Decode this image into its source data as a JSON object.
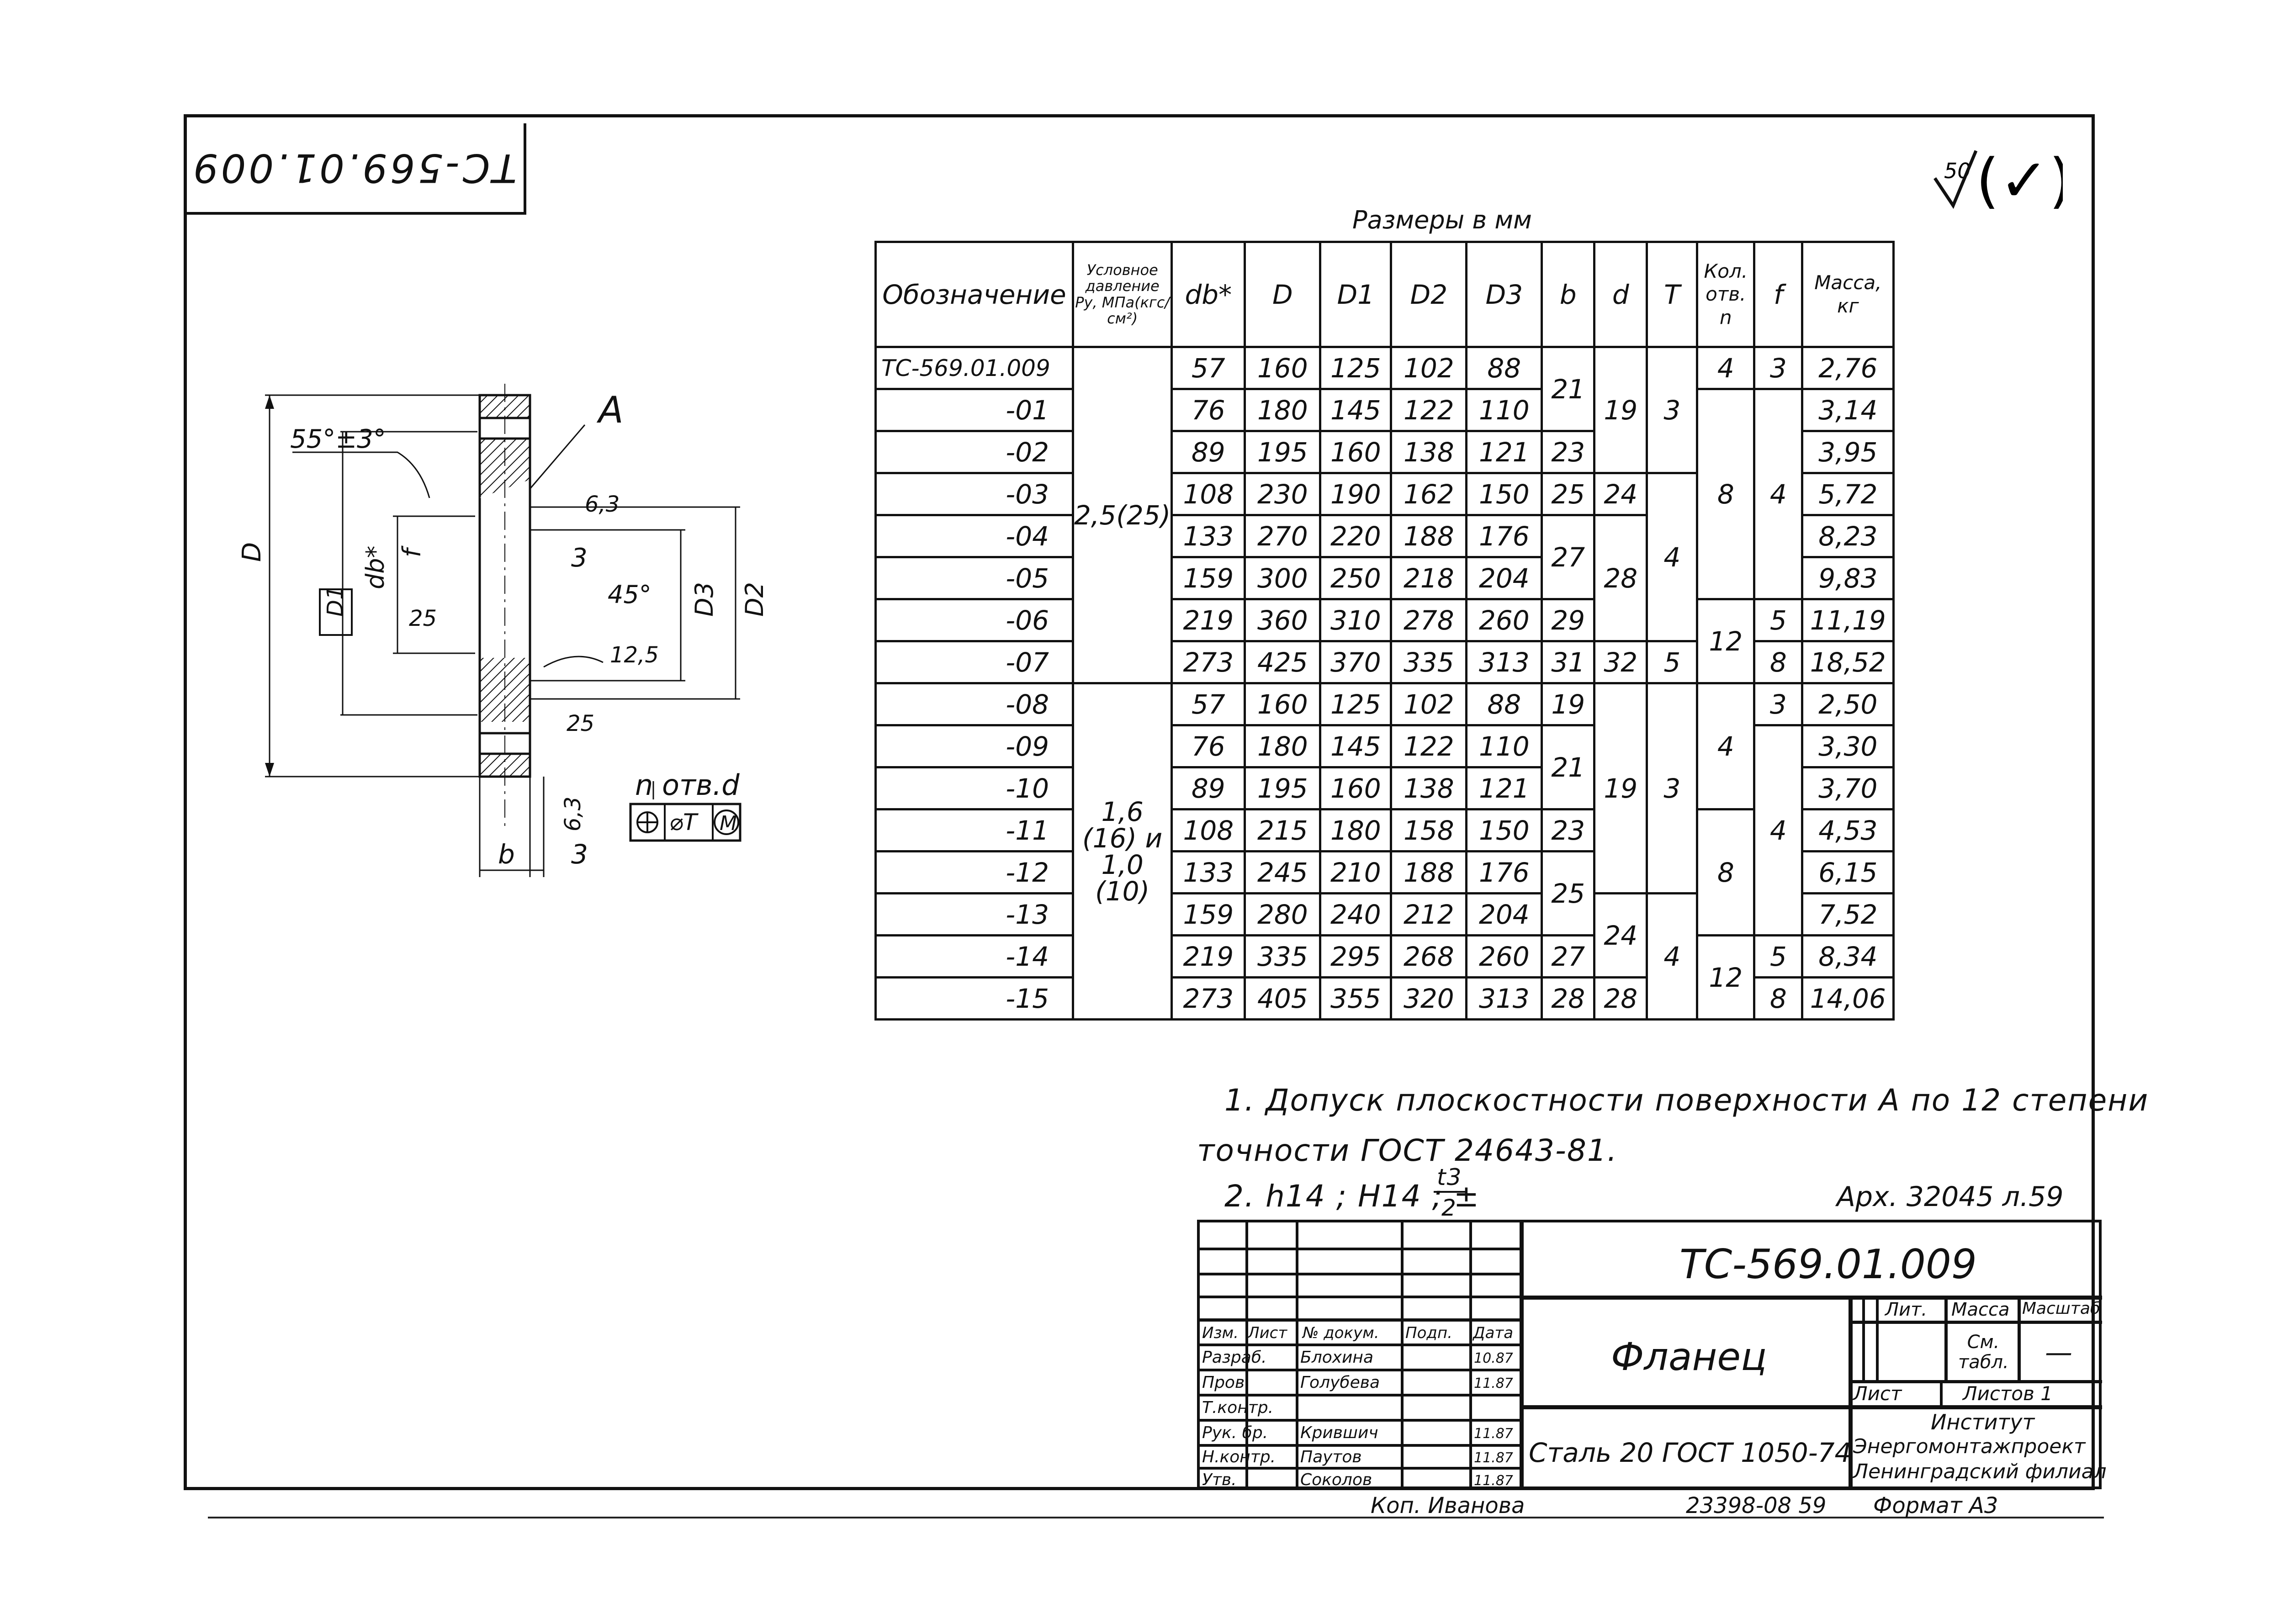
{
  "stamp_rotated": "ТС-569.01.009",
  "roughness": {
    "value": "50",
    "symbol": "(✓)"
  },
  "drawing": {
    "labels": {
      "angle": "55°±3°",
      "A": "A",
      "D": "D",
      "D1": "D1",
      "db": "db*",
      "f": "f",
      "r63a": "6,3",
      "r3a": "3",
      "r25a": "25",
      "angle45": "45°",
      "r125": "12,5",
      "D3": "D3",
      "D2": "D2",
      "r25b": "25",
      "holes": "n отв.d",
      "tol": "⌀T",
      "M": "M",
      "r63b": "6,3",
      "b": "b",
      "three": "3"
    }
  },
  "table": {
    "caption": "Размеры в мм",
    "headers": [
      "Обозначение",
      "Условное давление Ру, МПа(кгс/см²)",
      "db*",
      "D",
      "D1",
      "D2",
      "D3",
      "b",
      "d",
      "T",
      "Кол. отв. n",
      "f",
      "Масса, кг"
    ],
    "pressure_groups": [
      "2,5(25)",
      "1,6 (16) и 1,0 (10)"
    ],
    "rows": [
      {
        "des": "ТС-569.01.009",
        "db": "57",
        "D": "160",
        "D1": "125",
        "D2": "102",
        "D3": "88",
        "mass": "2,76"
      },
      {
        "des": "-01",
        "db": "76",
        "D": "180",
        "D1": "145",
        "D2": "122",
        "D3": "110",
        "mass": "3,14"
      },
      {
        "des": "-02",
        "db": "89",
        "D": "195",
        "D1": "160",
        "D2": "138",
        "D3": "121",
        "mass": "3,95"
      },
      {
        "des": "-03",
        "db": "108",
        "D": "230",
        "D1": "190",
        "D2": "162",
        "D3": "150",
        "mass": "5,72"
      },
      {
        "des": "-04",
        "db": "133",
        "D": "270",
        "D1": "220",
        "D2": "188",
        "D3": "176",
        "mass": "8,23"
      },
      {
        "des": "-05",
        "db": "159",
        "D": "300",
        "D1": "250",
        "D2": "218",
        "D3": "204",
        "mass": "9,83"
      },
      {
        "des": "-06",
        "db": "219",
        "D": "360",
        "D1": "310",
        "D2": "278",
        "D3": "260",
        "mass": "11,19"
      },
      {
        "des": "-07",
        "db": "273",
        "D": "425",
        "D1": "370",
        "D2": "335",
        "D3": "313",
        "mass": "18,52"
      },
      {
        "des": "-08",
        "db": "57",
        "D": "160",
        "D1": "125",
        "D2": "102",
        "D3": "88",
        "mass": "2,50"
      },
      {
        "des": "-09",
        "db": "76",
        "D": "180",
        "D1": "145",
        "D2": "122",
        "D3": "110",
        "mass": "3,30"
      },
      {
        "des": "-10",
        "db": "89",
        "D": "195",
        "D1": "160",
        "D2": "138",
        "D3": "121",
        "mass": "3,70"
      },
      {
        "des": "-11",
        "db": "108",
        "D": "215",
        "D1": "180",
        "D2": "158",
        "D3": "150",
        "mass": "4,53"
      },
      {
        "des": "-12",
        "db": "133",
        "D": "245",
        "D1": "210",
        "D2": "188",
        "D3": "176",
        "mass": "6,15"
      },
      {
        "des": "-13",
        "db": "159",
        "D": "280",
        "D1": "240",
        "D2": "212",
        "D3": "204",
        "mass": "7,52"
      },
      {
        "des": "-14",
        "db": "219",
        "D": "335",
        "D1": "295",
        "D2": "268",
        "D3": "260",
        "mass": "8,34"
      },
      {
        "des": "-15",
        "db": "273",
        "D": "405",
        "D1": "355",
        "D2": "320",
        "D3": "313",
        "mass": "14,06"
      }
    ],
    "b_vals": [
      "21",
      "23",
      "25",
      "27",
      "29",
      "31",
      "19",
      "21",
      "23",
      "25",
      "27",
      "28"
    ],
    "d_vals": [
      "19",
      "24",
      "28",
      "32",
      "19",
      "24",
      "28"
    ],
    "T_vals": [
      "3",
      "4",
      "5",
      "3",
      "4"
    ],
    "n_vals": [
      "4",
      "8",
      "12",
      "4",
      "8",
      "12"
    ],
    "f_vals": [
      "3",
      "4",
      "5",
      "8",
      "3",
      "4",
      "5",
      "8"
    ]
  },
  "notes": {
    "n1a": "1. Допуск плоскостности поверхности А по 12 степени",
    "n1b": "точности ГОСТ 24643-81.",
    "n2": "2. h14 ; H14 ; ±",
    "n2frac_top": "t3",
    "n2frac_bot": "2"
  },
  "archive": "Арх. 32045 л.59",
  "title_block": {
    "code": "ТС-569.01.009",
    "name": "Фланец",
    "material": "Сталь 20 ГОСТ 1050-74",
    "hdr": {
      "izm": "Изм.",
      "list": "Лист",
      "ndoc": "№ докум.",
      "podp": "Подп.",
      "data": "Дата"
    },
    "lit": "Лит.",
    "massa": "Масса",
    "masshtab": "Масштаб",
    "massa_val": "См. табл.",
    "scale_val": "—",
    "sheet": "Лист",
    "sheets": "Листов 1",
    "org1": "Институт",
    "org2": "Энергомонтажпроект",
    "org3": "Ленинградский филиал",
    "roles": [
      {
        "role": "Разраб.",
        "name": "Блохина",
        "date": "10.87"
      },
      {
        "role": "Пров.",
        "name": "Голубева",
        "date": "11.87"
      },
      {
        "role": "Т.контр.",
        "name": "",
        "date": ""
      },
      {
        "role": "Рук. бр.",
        "name": "Крившич",
        "date": "11.87"
      },
      {
        "role": "Н.контр.",
        "name": "Паутов",
        "date": "11.87"
      },
      {
        "role": "Утв.",
        "name": "Соколов",
        "date": "11.87"
      }
    ]
  },
  "bottom": {
    "copied": "Коп. Иванова",
    "inv": "23398-08  59",
    "format": "Формат А3"
  }
}
